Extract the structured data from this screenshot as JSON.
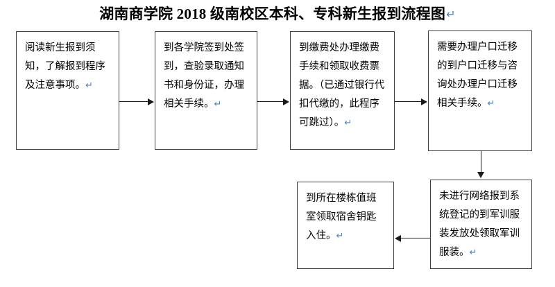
{
  "document": {
    "title": "湖南商学院 2018 级南校区本科、专科新生报到流程图",
    "title_pilcrow": "↵",
    "pilcrow_symbol": "↵",
    "pilcrow_color": "#4a7ebc",
    "box_border_color": "#3f3f3f",
    "connector_color": "#1a1a1a",
    "background_color": "#ffffff"
  },
  "flowchart": {
    "type": "process-flow",
    "steps": [
      {
        "id": "step-1",
        "order": 1,
        "text": "阅读新生报到须知，了解报到程序及注意事项。",
        "pilcrow": "↵"
      },
      {
        "id": "step-2",
        "order": 2,
        "text": "到各学院签到处签到，查验录取通知书和身份证，办理相关手续。",
        "pilcrow": "↵"
      },
      {
        "id": "step-3",
        "order": 3,
        "text": "到缴费处办理缴费手续和领取收费票据。（已通过银行代扣代缴的，此程序可跳过）。",
        "pilcrow": "↵"
      },
      {
        "id": "step-4",
        "order": 4,
        "text": "需要办理户口迁移的到户口迁移与咨询处办理户口迁移相关手续。",
        "pilcrow": "↵"
      },
      {
        "id": "step-5",
        "order": 5,
        "text": "未进行网络报到系统登记的到军训服装发放处领取军训服装。",
        "pilcrow": "↵"
      },
      {
        "id": "step-6",
        "order": 6,
        "text": "到所在楼栋值班室领取宿舍钥匙入住。",
        "pilcrow": "↵"
      }
    ],
    "connectors": [
      {
        "id": "arrow-1-2",
        "from": "step-1",
        "to": "step-2",
        "direction": "right"
      },
      {
        "id": "arrow-2-3",
        "from": "step-2",
        "to": "step-3",
        "direction": "right"
      },
      {
        "id": "arrow-3-4",
        "from": "step-3",
        "to": "step-4",
        "direction": "right"
      },
      {
        "id": "arrow-4-5",
        "from": "step-4",
        "to": "step-5",
        "direction": "down"
      },
      {
        "id": "arrow-5-6",
        "from": "step-5",
        "to": "step-6",
        "direction": "left"
      }
    ]
  }
}
